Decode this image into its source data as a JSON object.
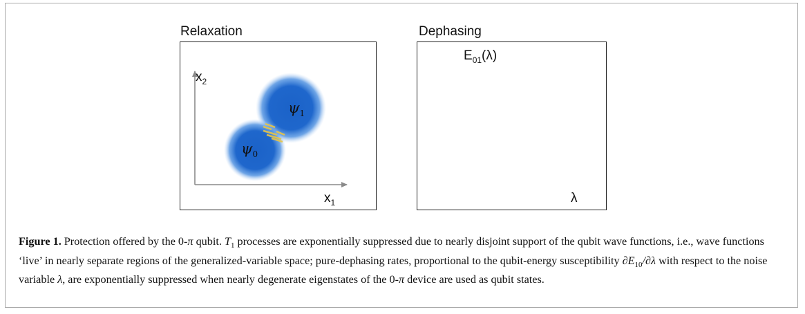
{
  "relaxation": {
    "title": "Relaxation",
    "x2_label": "x",
    "x2_sub": "2",
    "x1_label": "x",
    "x1_sub": "1",
    "psi1_label": "ψ",
    "psi1_sub": "1",
    "psi0_label": "ψ",
    "psi0_sub": "0",
    "blob_color": "#1b62c8",
    "overlap_color": "#e8c547"
  },
  "dephasing": {
    "title": "Dephasing",
    "y_label": "E",
    "y_sub": "01",
    "y_suffix": "(λ)",
    "x_label": "λ",
    "arrow_color": "#3a78c7"
  },
  "caption": {
    "fig_label": "Figure 1.",
    "part1": " Protection offered by the 0-",
    "pi1": "π",
    "part2": " qubit. ",
    "t_letter": "T",
    "t_sub": "1",
    "part3": " processes are exponentially suppressed due to nearly disjoint support of the qubit wave functions, i.e., wave functions ‘live’ in nearly separate regions of the generalized-variable space; pure-dephasing rates, proportional to the qubit-energy susceptibility ",
    "partial_e": "∂E",
    "e_sub": "10",
    "slash_partial": "/∂",
    "lambda1": "λ",
    "part4": " with respect to the noise variable ",
    "lambda2": "λ",
    "part5": ", are exponentially suppressed when nearly degenerate eigenstates of the 0-",
    "pi2": "π",
    "part6": " device are used as qubit states."
  }
}
